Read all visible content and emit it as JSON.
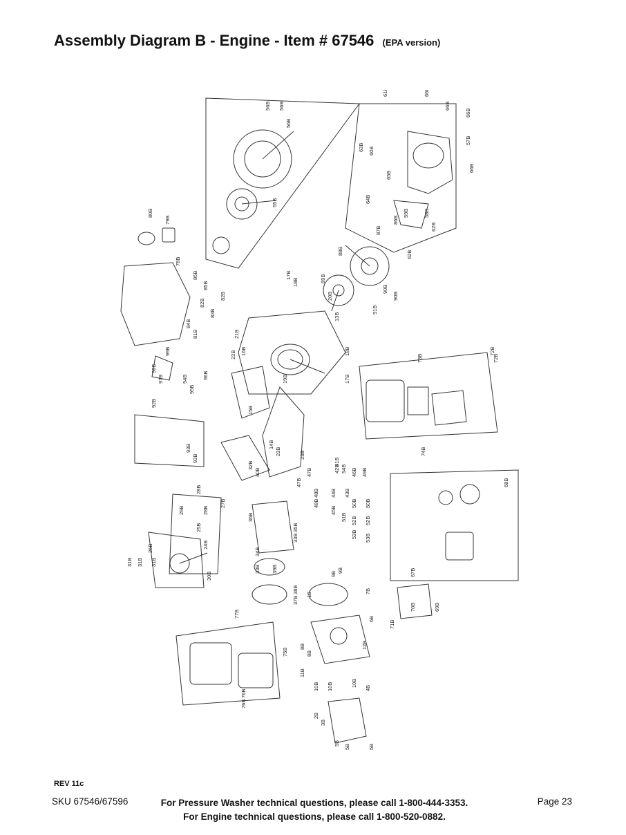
{
  "header": {
    "title": "Assembly Diagram B - Engine - Item # 67546",
    "subtitle": "(EPA version)"
  },
  "diagram": {
    "part_labels": [
      "56B",
      "56B",
      "56B",
      "55B",
      "61B",
      "66B",
      "66B",
      "66B",
      "57B",
      "66B",
      "63B",
      "60B",
      "65B",
      "64B",
      "59B",
      "86B",
      "58B",
      "62B",
      "87B",
      "88B",
      "62B",
      "80B",
      "79B",
      "78B",
      "85B",
      "85B",
      "82B",
      "82B",
      "83B",
      "84B",
      "81B",
      "89B",
      "20B",
      "17B",
      "18B",
      "90B",
      "90B",
      "91B",
      "13B",
      "21B",
      "16B",
      "22B",
      "18B",
      "19B",
      "17B",
      "15B",
      "73B",
      "72B",
      "72B",
      "74B",
      "99B",
      "98B",
      "97B",
      "96B",
      "94B",
      "95B",
      "92B",
      "93B",
      "93B",
      "14B",
      "23B",
      "23B",
      "32B",
      "40B",
      "47B",
      "47B",
      "42B",
      "54B",
      "41B",
      "46B",
      "49B",
      "44B",
      "43B",
      "50B",
      "50B",
      "45B",
      "51B",
      "52B",
      "52B",
      "53B",
      "53B",
      "48B",
      "48B",
      "28B",
      "27B",
      "29B",
      "28B",
      "25B",
      "24B",
      "26B",
      "31B",
      "31B",
      "31B",
      "30B",
      "36B",
      "35B",
      "33B",
      "34B",
      "33B",
      "39B",
      "38B",
      "37B",
      "1B",
      "9B",
      "9B",
      "7B",
      "6B",
      "68B",
      "67B",
      "70B",
      "71B",
      "69B",
      "77B",
      "75B",
      "76B",
      "76B",
      "8B",
      "8B",
      "12B",
      "11B",
      "10B",
      "10B",
      "10B",
      "4B",
      "2B",
      "3B",
      "5B",
      "5B",
      "5B"
    ]
  },
  "footer": {
    "revision": "REV 11c",
    "sku": "SKU 67546/67596",
    "pressure_washer_line": "For Pressure Washer technical questions, please call 1-800-444-3353.",
    "engine_line": "For Engine technical questions, please call 1-800-520-0882.",
    "page": "Page 23"
  }
}
